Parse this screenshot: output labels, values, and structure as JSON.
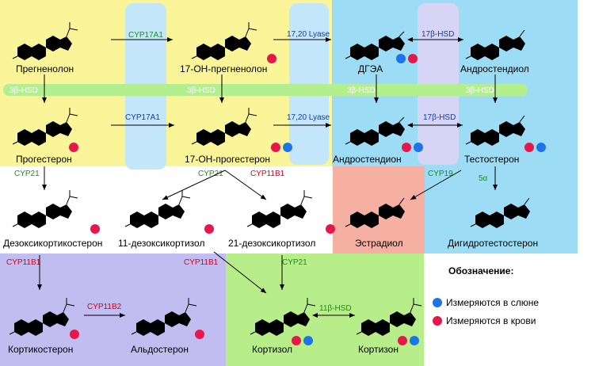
{
  "compounds": {
    "pregnenolone": "Прегненолон",
    "oh17_pregnenolone": "17-ОН-прегненолон",
    "dhea": "ДГЭА",
    "androstenediol": "Андростендиол",
    "progesterone": "Прогестерон",
    "oh17_progesterone": "17-ОН-прогестерон",
    "androstenedione": "Андростендион",
    "testosterone": "Тестостерон",
    "deoxycorticosterone": "Дезоксикортикостерон",
    "deoxycortisol11": "11-дезоксикортизол",
    "deoxycortisol21": "21-дезоксикортизол",
    "estradiol": "Эстрадиол",
    "dihydrotestosterone": "Дигидротестостерон",
    "corticosterone": "Кортикостерон",
    "aldosterone": "Альдостерон",
    "cortisol": "Кортизол",
    "cortisone": "Кортизон"
  },
  "enzymes": {
    "cyp17a1": "CYP17A1",
    "lyase": "17,20 Lyase",
    "hsd17b": "17β-HSD",
    "hsd3b": "3β-HSD",
    "cyp21": "CYP21",
    "cyp11b1": "CYP11B1",
    "cyp19": "CYP19",
    "alpha5": "5α",
    "cyp11b2": "CYP11B2",
    "hsd11b": "11β-HSD"
  },
  "legend": {
    "title": "Обозначение:",
    "saliva": "Измеряются в слюне",
    "blood": "Измеряются в крови"
  },
  "colors": {
    "yellow": "#fbf59a",
    "blue_zone": "#9ddcf5",
    "salmon": "#f6b0a2",
    "lavender": "#c2bdf0",
    "green_zone": "#b8ee8a",
    "hsd_band": "#b4ef8f",
    "pillar_blue": "#c3e6fb",
    "pillar_lavender": "#d7d5f6",
    "saliva_dot": "#1d74e6",
    "blood_dot": "#e8174a",
    "enzyme_green": "#1a8f1a",
    "enzyme_red": "#d6001c"
  }
}
